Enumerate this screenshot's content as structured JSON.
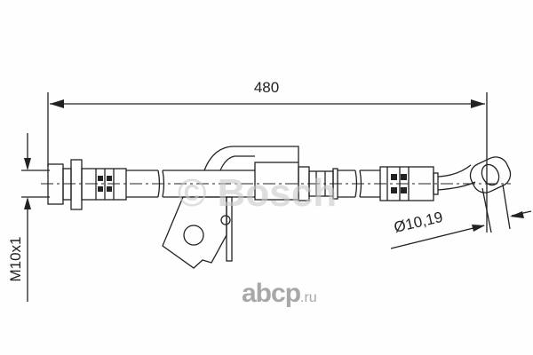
{
  "drawing": {
    "length_label": "480",
    "thread_label": "M10x1",
    "diameter_label": "Ø10,19",
    "watermark": "© Bosch"
  },
  "logo": {
    "name": "abcp",
    "suffix": ".ru"
  }
}
